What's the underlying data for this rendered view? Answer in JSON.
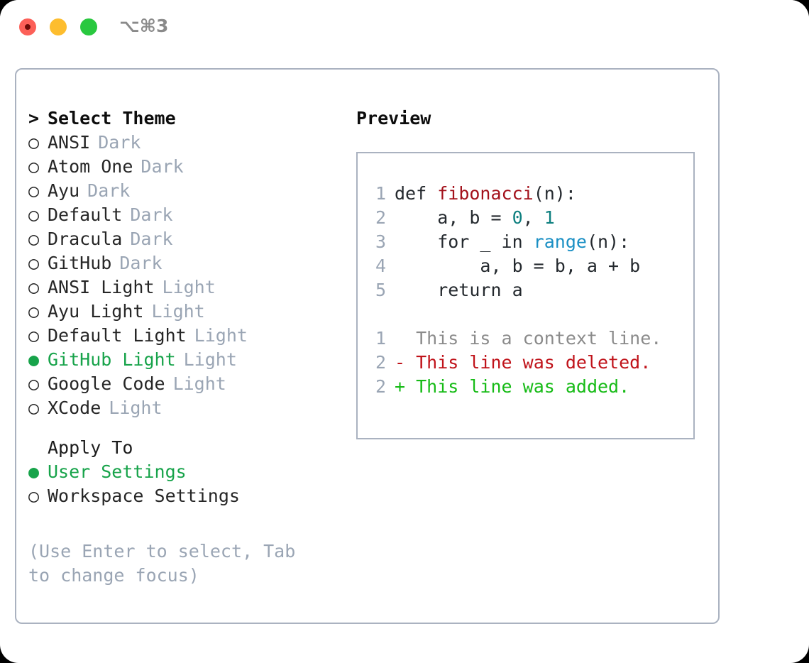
{
  "titlebar": {
    "shortcut": "⌥⌘3",
    "buttons": {
      "close": "close-button",
      "minimize": "minimize-button",
      "maximize": "maximize-button"
    }
  },
  "colors": {
    "accent_green": "#17a34a",
    "muted": "#9aa5b4",
    "text": "#262626",
    "border": "#aab2c0",
    "diff_add": "#16bb16",
    "diff_del": "#c0131a",
    "diff_ctx": "#8b8b8b",
    "tok_fn": "#a3111b",
    "tok_num": "#0d7f7f",
    "tok_call": "#1a8fc4",
    "light_red": "#fc6058",
    "light_yellow": "#fdbd2e",
    "light_green": "#29c83f"
  },
  "theme_list": {
    "header_marker": ">",
    "header_label": "Select Theme",
    "items": [
      {
        "marker": "○",
        "label": "ANSI",
        "badge": "Dark",
        "selected": false
      },
      {
        "marker": "○",
        "label": "Atom One",
        "badge": "Dark",
        "selected": false
      },
      {
        "marker": "○",
        "label": "Ayu",
        "badge": "Dark",
        "selected": false
      },
      {
        "marker": "○",
        "label": "Default",
        "badge": "Dark",
        "selected": false
      },
      {
        "marker": "○",
        "label": "Dracula",
        "badge": "Dark",
        "selected": false
      },
      {
        "marker": "○",
        "label": "GitHub",
        "badge": "Dark",
        "selected": false
      },
      {
        "marker": "○",
        "label": "ANSI Light",
        "badge": "Light",
        "selected": false
      },
      {
        "marker": "○",
        "label": "Ayu Light",
        "badge": "Light",
        "selected": false
      },
      {
        "marker": "○",
        "label": "Default Light",
        "badge": "Light",
        "selected": false
      },
      {
        "marker": "●",
        "label": "GitHub Light",
        "badge": "Light",
        "selected": true
      },
      {
        "marker": "○",
        "label": "Google Code",
        "badge": "Light",
        "selected": false
      },
      {
        "marker": "○",
        "label": "XCode",
        "badge": "Light",
        "selected": false
      }
    ]
  },
  "apply_to": {
    "title": "Apply To",
    "items": [
      {
        "marker": "●",
        "label": "User Settings",
        "selected": true
      },
      {
        "marker": "○",
        "label": "Workspace Settings",
        "selected": false
      }
    ]
  },
  "hint": "(Use Enter to select, Tab to change focus)",
  "preview": {
    "title": "Preview",
    "code_lines": [
      {
        "no": "1",
        "segments": [
          {
            "t": "def ",
            "c": "plain"
          },
          {
            "t": "fibonacci",
            "c": "fn"
          },
          {
            "t": "(n):",
            "c": "plain"
          }
        ]
      },
      {
        "no": "2",
        "segments": [
          {
            "t": "    a, b = ",
            "c": "plain"
          },
          {
            "t": "0",
            "c": "num"
          },
          {
            "t": ", ",
            "c": "plain"
          },
          {
            "t": "1",
            "c": "num"
          }
        ]
      },
      {
        "no": "3",
        "segments": [
          {
            "t": "    for _ in ",
            "c": "plain"
          },
          {
            "t": "range",
            "c": "call"
          },
          {
            "t": "(n):",
            "c": "plain"
          }
        ]
      },
      {
        "no": "4",
        "segments": [
          {
            "t": "        a, b = b, a + b",
            "c": "plain"
          }
        ]
      },
      {
        "no": "5",
        "segments": [
          {
            "t": "    return a",
            "c": "plain"
          }
        ]
      }
    ],
    "diff_lines": [
      {
        "no": "1",
        "sign": " ",
        "text": "This is a context line.",
        "kind": "ctx"
      },
      {
        "no": "2",
        "sign": "-",
        "text": "This line was deleted.",
        "kind": "del"
      },
      {
        "no": "2",
        "sign": "+",
        "text": "This line was added.",
        "kind": "add"
      }
    ]
  }
}
